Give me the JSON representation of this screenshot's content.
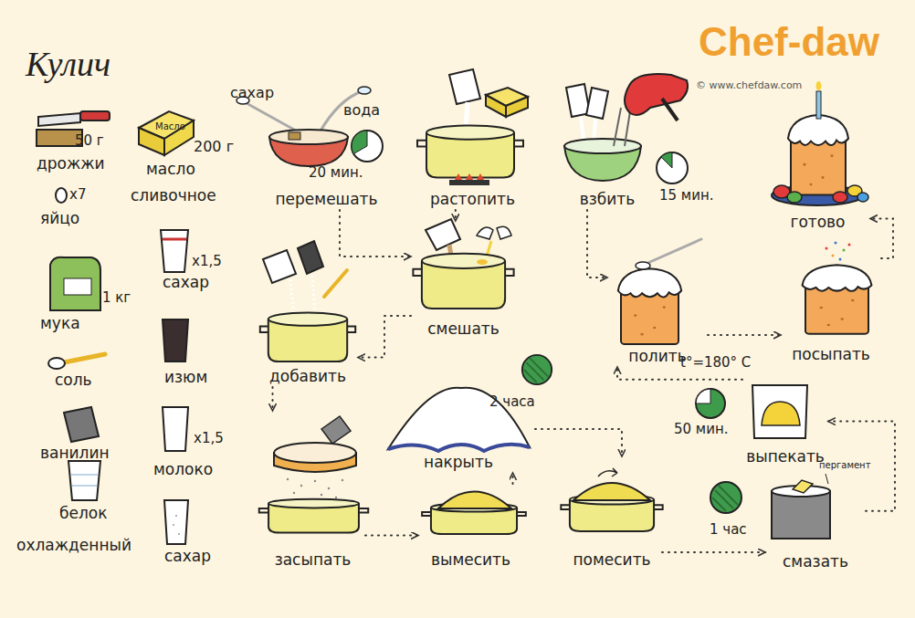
{
  "diagram": {
    "title": "Кулич",
    "nodes": [
      {
        "text": [
          "перемешать"
        ]
      },
      {
        "text": [
          "растопить"
        ]
      },
      {
        "text": [
          "взбить"
        ]
      },
      {
        "text": [
          "готово"
        ]
      },
      {
        "text": [
          "смешать"
        ]
      },
      {
        "text": [
          "добавить"
        ]
      },
      {
        "text": [
          "полить"
        ]
      },
      {
        "text": [
          "посыпать"
        ]
      },
      {
        "text": [
          "выпекать"
        ]
      },
      {
        "text": [
          "засыпать"
        ]
      },
      {
        "text": [
          "накрыть"
        ]
      },
      {
        "text": [
          "вымесить"
        ]
      },
      {
        "text": [
          "помесить"
        ]
      },
      {
        "text": [
          "смазать"
        ]
      }
    ],
    "edges": [
      {
        "from": 0,
        "to": 4,
        "arrow": "to"
      },
      {
        "from": 1,
        "to": 4,
        "arrow": "to"
      },
      {
        "from": 4,
        "to": 5,
        "arrow": "to"
      },
      {
        "from": 5,
        "to": 9,
        "arrow": "to"
      },
      {
        "from": 9,
        "to": 11,
        "arrow": "to"
      },
      {
        "from": 11,
        "to": 10,
        "arrow": "to"
      },
      {
        "from": 10,
        "to": 12,
        "arrow": "to"
      },
      {
        "from": 12,
        "to": 13,
        "arrow": "to"
      },
      {
        "from": 13,
        "to": 8,
        "arrow": "to"
      },
      {
        "from": 8,
        "to": 6,
        "arrow": "to"
      },
      {
        "from": 2,
        "to": 6,
        "arrow": "to"
      },
      {
        "from": 6,
        "to": 7,
        "arrow": "to"
      },
      {
        "from": 7,
        "to": 3,
        "arrow": "to"
      }
    ],
    "labels": [
      "Chef-daw",
      "© www.chefdaw.com",
      "50 г",
      "дрожжи",
      "Масло",
      "200 г",
      "масло",
      "сливочное",
      "x7",
      "яйцо",
      "x1,5",
      "сахар",
      "1 кг",
      "мука",
      "соль",
      "изюм",
      "ванилин",
      "x1,5",
      "молоко",
      "белок",
      "охлажденный",
      "сахар",
      "сахар",
      "вода",
      "20 мин.",
      "15 мин.",
      "2 часа",
      "t°=180° C",
      "50 мин.",
      "пергамент",
      "1 час"
    ]
  }
}
